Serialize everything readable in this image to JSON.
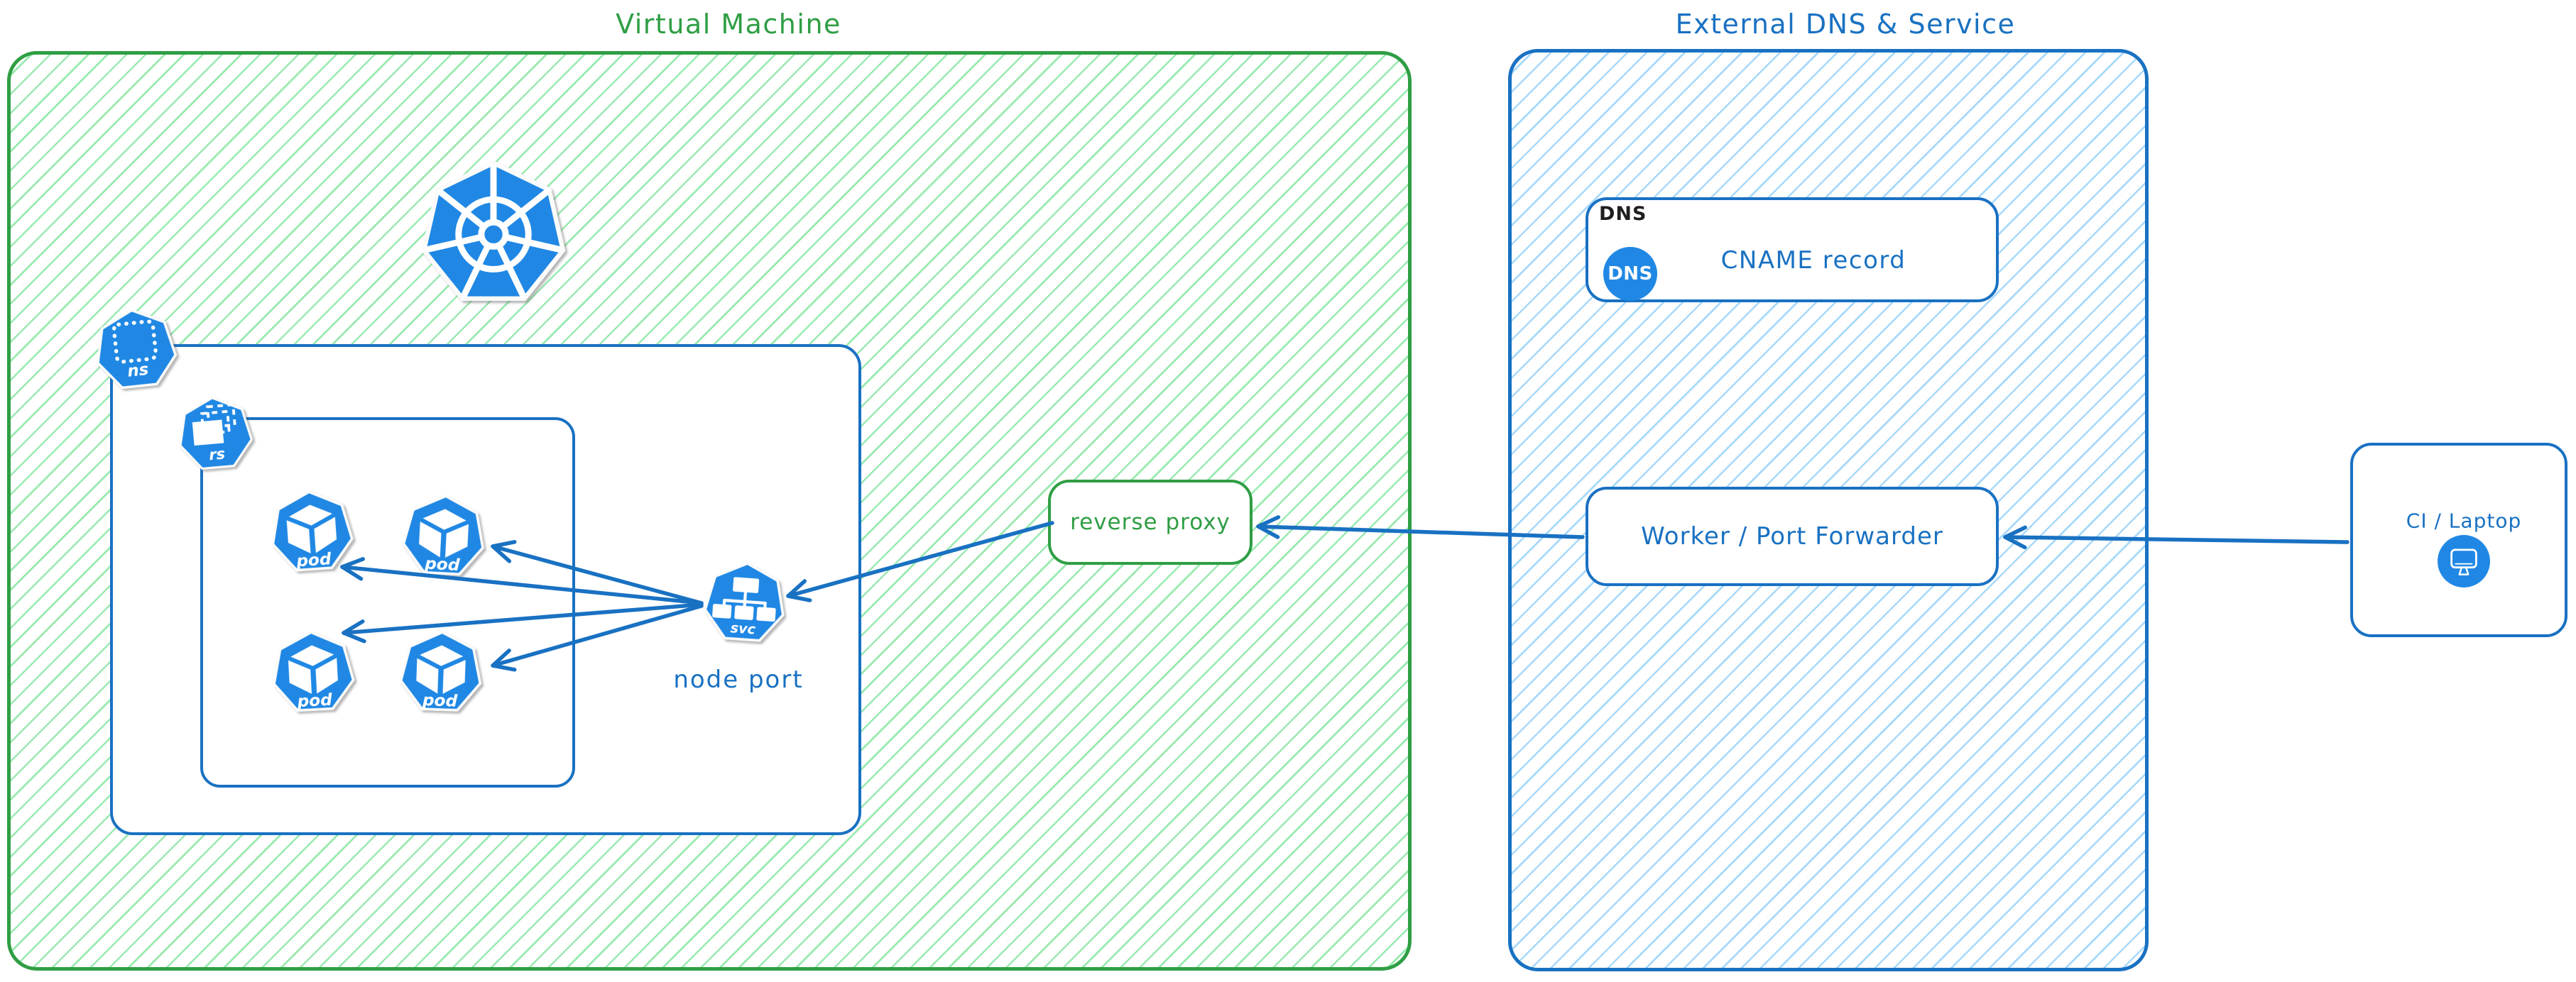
{
  "titles": {
    "vm": "Virtual Machine",
    "external": "External DNS & Service"
  },
  "boxes": {
    "reverse_proxy": "reverse proxy",
    "worker": "Worker / Port Forwarder",
    "ci": "CI / Laptop",
    "dns_tag": "DNS",
    "dns_badge": "DNS",
    "cname": "CNAME record"
  },
  "k8s": {
    "ns": "ns",
    "rs": "rs",
    "pod": "pod",
    "svc": "svc",
    "node_port": "node port"
  },
  "icons": {
    "kubernetes": "kubernetes-wheel-icon",
    "namespace": "namespace-heptagon-icon",
    "replicaset": "replicaset-heptagon-icon",
    "pod": "pod-heptagon-icon",
    "service": "service-heptagon-icon",
    "dns": "dns-circle-icon",
    "monitor": "monitor-circle-icon"
  },
  "colors": {
    "green": "#2f9e44",
    "green_hatch": "#9aeab0",
    "blue": "#1971c2",
    "blue_hatch": "#a8d9fb",
    "icon_blue": "#2088e4",
    "black": "#1e1e1e",
    "white": "#ffffff"
  }
}
